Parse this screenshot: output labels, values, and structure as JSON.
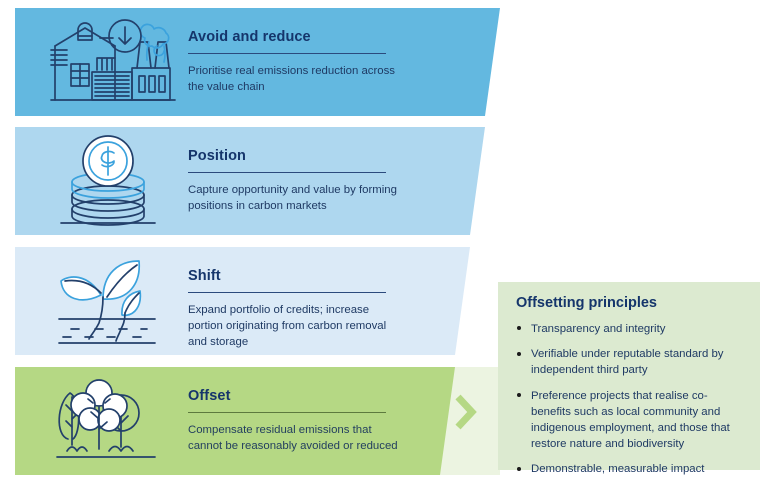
{
  "funnel": {
    "steps": [
      {
        "key": "avoid-and-reduce",
        "title": "Avoid and reduce",
        "description": "Prioritise real emissions reduction across the value chain",
        "icon": "factory-emissions-icon",
        "band_color": "#63b8e0",
        "rule_color": "#2b4a7d"
      },
      {
        "key": "position",
        "title": "Position",
        "description": "Capture opportunity and value by forming positions in carbon markets",
        "icon": "coin-stack-dollar-icon",
        "band_color": "#aed7ef",
        "rule_color": "#2b4a7d"
      },
      {
        "key": "shift",
        "title": "Shift",
        "description": "Expand portfolio of credits; increase portion originating from carbon removal and storage",
        "icon": "seedling-roots-icon",
        "band_color": "#dbeaf7",
        "rule_color": "#2b4a7d"
      },
      {
        "key": "offset",
        "title": "Offset",
        "description": "Compensate residual emissions that cannot be reasonably avoided or reduced",
        "icon": "trees-forest-icon",
        "band_color": "#b5d884",
        "rule_color": "#5d7a3e"
      }
    ]
  },
  "connector": {
    "icon": "chevron-right-icon",
    "background_color": "#ecf4e1",
    "chevron_color": "#b5d884"
  },
  "principles": {
    "title": "Offsetting principles",
    "background_color": "#dcead0",
    "items": [
      "Transparency and integrity",
      "Verifiable under reputable standard by independent third party",
      "Preference projects that realise co-benefits such as local community and indigenous employment, and those that restore nature and biodiversity",
      "Demonstrable, measurable impact"
    ]
  },
  "colors": {
    "heading_navy": "#15356b",
    "body_navy": "#1f3a64",
    "icon_navy": "#23406b",
    "icon_blue": "#3ba2dd"
  }
}
